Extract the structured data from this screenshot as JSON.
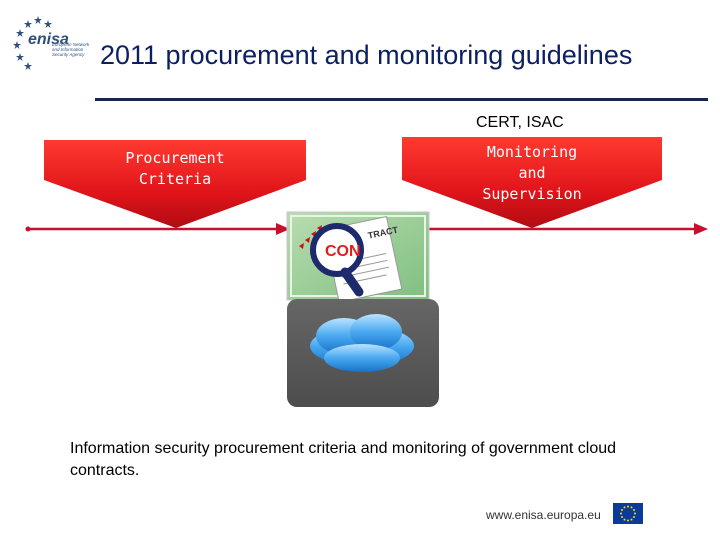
{
  "header": {
    "logo_text": "enisa",
    "logo_tagline": "European Network and Information Security Agency",
    "title": "2011 procurement and monitoring guidelines"
  },
  "timeline": {
    "top_label": "CERT, ISAC",
    "procurement_arrow_text": "Procurement\nCriteria",
    "monitoring_arrow_text": "Monitoring\nand\nSupervision"
  },
  "illustration": {
    "contract_word": "CONTRACT"
  },
  "caption": "Information security procurement criteria and monitoring of government cloud contracts.",
  "footer": {
    "url": "www.enisa.europa.eu"
  },
  "colors": {
    "title": "#0d1f63",
    "arrow_fill": "#e8141a",
    "timeline": "#c8102e",
    "rule": "#15274f",
    "eu_flag": "#0b3b9a"
  }
}
